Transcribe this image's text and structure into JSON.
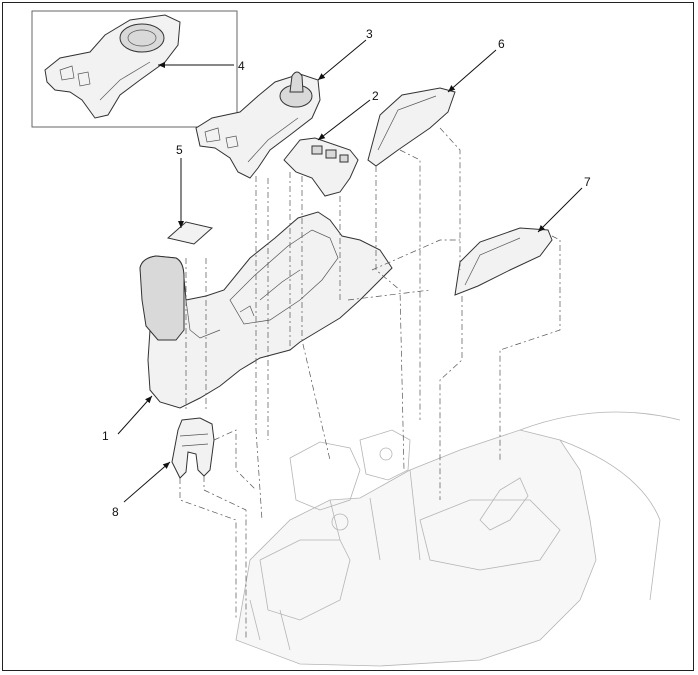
{
  "callouts": {
    "c1": "1",
    "c2": "2",
    "c3": "3",
    "c4": "4",
    "c5": "5",
    "c6": "6",
    "c7": "7",
    "c8": "8"
  },
  "colors": {
    "outline": "#333333",
    "ghost": "#b5b5b5",
    "part_fill": "#f2f2f2"
  }
}
